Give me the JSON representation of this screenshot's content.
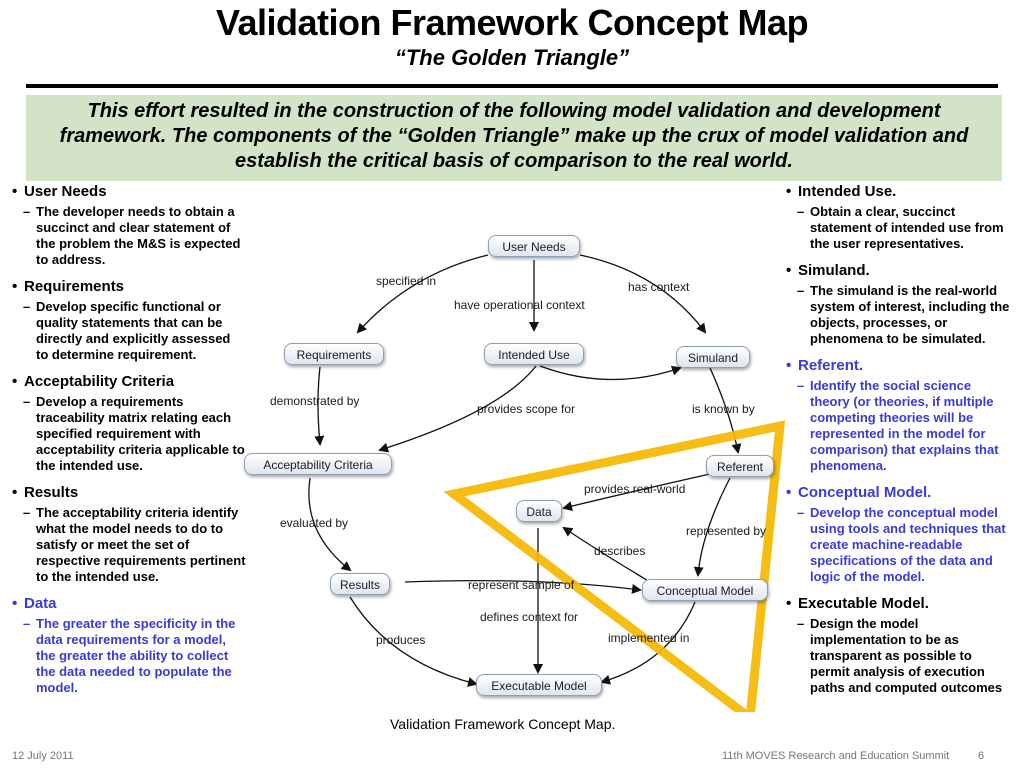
{
  "title": "Validation Framework Concept Map",
  "subtitle": "“The Golden Triangle”",
  "banner": "This effort resulted in the construction of the following model validation and development framework. The components of the “Golden Triangle” make up the crux of model validation and establish the critical basis of comparison to the real world.",
  "left": [
    {
      "head": "User Needs",
      "text": "The developer needs to obtain a succinct and clear statement of the problem the M&S is expected to address."
    },
    {
      "head": "Requirements",
      "text": "Develop specific functional or quality statements that can be directly and explicitly assessed to determine requirement."
    },
    {
      "head": "Acceptability Criteria",
      "text": "Develop a requirements traceability matrix relating each specified requirement with acceptability criteria applicable to the intended use."
    },
    {
      "head": "Results",
      "text": "The acceptability criteria identify what the model needs to do to satisfy or meet the set of respective requirements pertinent to the intended use."
    },
    {
      "head": "Data",
      "text": "The greater the specificity in the data requirements for a model, the greater the ability to collect the data needed to populate the model."
    }
  ],
  "right": [
    {
      "head": "Intended Use.",
      "text": "Obtain a clear, succinct statement of intended use from the user representatives."
    },
    {
      "head": "Simuland.",
      "text": "The simuland is the real-world system of interest, including the objects, processes, or phenomena to be simulated."
    },
    {
      "head": "Referent.",
      "text": "Identify the social science theory (or theories, if multiple competing theories will be represented in the model for comparison) that explains that phenomena."
    },
    {
      "head": "Conceptual Model.",
      "text": "Develop the conceptual model using tools and techniques that create machine-readable specifications of the data and logic of the model."
    },
    {
      "head": "Executable Model.",
      "text": "Design the model implementation to be as transparent as possible to permit analysis of execution paths and computed outcomes"
    }
  ],
  "nodes": {
    "user_needs": "User Needs",
    "requirements": "Requirements",
    "intended_use": "Intended Use",
    "simuland": "Simuland",
    "acceptability": "Acceptability Criteria",
    "referent": "Referent",
    "data": "Data",
    "results": "Results",
    "conceptual": "Conceptual Model",
    "executable": "Executable Model"
  },
  "edges": {
    "specified_in": "specified in",
    "has_context": "has context",
    "have_operational_context": "have operational context",
    "demonstrated_by": "demonstrated by",
    "provides_scope_for": "provides scope for",
    "is_known_by": "is known by",
    "provides_real_world": "provides real-world",
    "evaluated_by": "evaluated by",
    "represented_by": "represented by",
    "describes": "describes",
    "represent_sample_of": "represent sample of",
    "defines_context_for": "defines context for",
    "produces": "produces",
    "implemented_in": "implemented in"
  },
  "caption": "Validation Framework Concept Map.",
  "footer": {
    "date": "12 July 2011",
    "event": "11th MOVES Research and Education Summit",
    "page": "6"
  },
  "colors": {
    "banner_bg": "#d3e3c8",
    "highlight_blue": "#3a3ad8",
    "triangle": "#f5b800"
  }
}
